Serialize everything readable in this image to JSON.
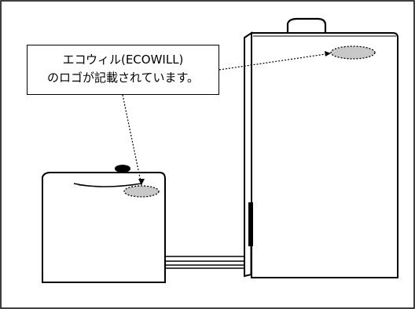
{
  "callout": {
    "line1": "エコウィル(ECOWILL)",
    "line2": "のロゴが記載されています。"
  },
  "colors": {
    "stroke": "#000000",
    "logo_fill": "#c8c8c8",
    "background": "#ffffff"
  },
  "icons": [
    "hot-water-tank-unit",
    "generator-unit",
    "connecting-pipes",
    "logo-marker",
    "leader-line"
  ]
}
